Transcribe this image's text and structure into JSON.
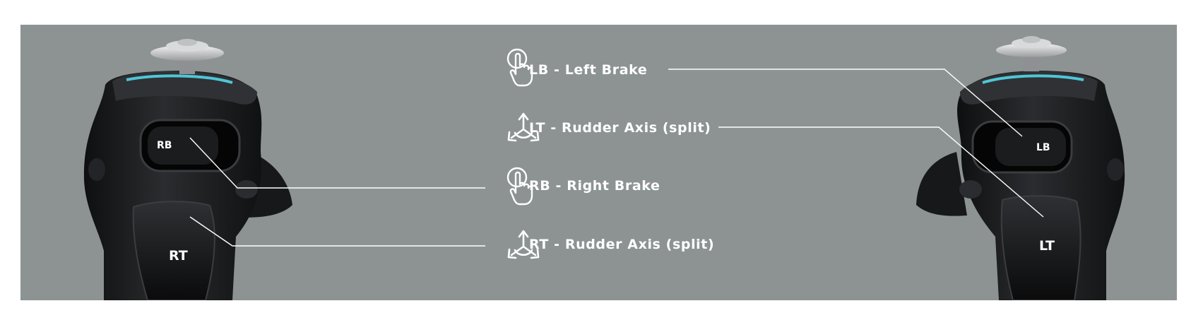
{
  "callouts": [
    {
      "code": "LB",
      "label": "LB - Left Brake",
      "icon": "press-finger-icon"
    },
    {
      "code": "LT",
      "label": "LT - Rudder Axis (split)",
      "icon": "axis-arrows-icon"
    },
    {
      "code": "RB",
      "label": "RB - Right Brake",
      "icon": "press-finger-icon"
    },
    {
      "code": "RT",
      "label": "RT - Rudder Axis (split)",
      "icon": "axis-arrows-icon"
    }
  ],
  "left_device": {
    "button_label": "RB",
    "trigger_label": "RT"
  },
  "right_device": {
    "button_label": "LB",
    "trigger_label": "LT"
  },
  "colors": {
    "panel": "#8d9393",
    "device": "#1c1d1f",
    "accent": "#4fc6d8",
    "text": "#ffffff"
  }
}
